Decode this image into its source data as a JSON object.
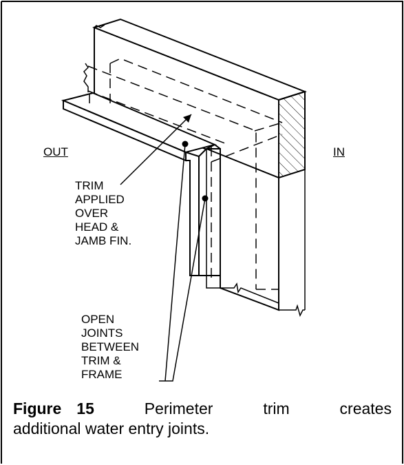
{
  "labels": {
    "out": "OUT",
    "in": "IN",
    "trim_note": "TRIM\nAPPLIED\nOVER\nHEAD &\nJAMB FIN.",
    "joints_note": "OPEN\nJOINTS\nBETWEEN\nTRIM &\nFRAME"
  },
  "caption": {
    "lead": "Figure",
    "number": "15",
    "word1": "Perimeter",
    "word2": "trim",
    "word3": "creates",
    "line2": "additional water entry joints."
  }
}
